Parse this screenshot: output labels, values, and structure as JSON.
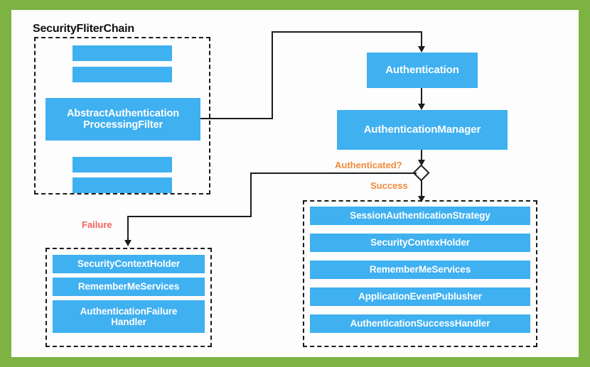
{
  "diagram": {
    "title": "SecurityFliterChain",
    "colors": {
      "frame": "#7cb342",
      "panel": "#fdfdfd",
      "node_fill": "#3fb0f0",
      "node_text": "#ffffff",
      "edge": "#1d1d1d",
      "group_border": "#1a1a1a",
      "label_success": "#f08a3c",
      "label_failure": "#f4625e",
      "title_text": "#111111"
    },
    "filter_chain_group": {
      "name": "SecurityFliterChain filter list",
      "placeholder_filters_top": [
        "",
        ""
      ],
      "highlighted_filter": "AbstractAuthentication\nProcessingFilter",
      "highlighted_filter_line1": "AbstractAuthentication",
      "highlighted_filter_line2": "ProcessingFilter",
      "placeholder_filters_bottom": [
        "",
        ""
      ]
    },
    "authentication_flow": {
      "authentication": "Authentication",
      "authentication_manager": "AuthenticationManager"
    },
    "decision": {
      "shape": "diamond",
      "question_label": "Authenticated?",
      "success_label": "Success",
      "failure_label": "Failure"
    },
    "success_group": {
      "name": "success handlers",
      "items": [
        "SessionAuthenticationStrategy",
        "SecurityContexHolder",
        "RememberMeServices",
        "ApplicationEventPublusher",
        "AuthenticationSuccessHandler"
      ]
    },
    "failure_group": {
      "name": "failure handlers",
      "items": [
        "SecurityContextHolder",
        "RememberMeServices",
        "AuthenticationFailure\nHandler"
      ],
      "item_0": "SecurityContextHolder",
      "item_1": "RememberMeServices",
      "item_2_line1": "AuthenticationFailure",
      "item_2_line2": "Handler"
    },
    "edges": [
      {
        "from": "AbstractAuthenticationProcessingFilter",
        "to": "Authentication",
        "style": "orthogonal-arrow"
      },
      {
        "from": "Authentication",
        "to": "AuthenticationManager",
        "style": "straight-arrow"
      },
      {
        "from": "AuthenticationManager",
        "to": "decision-diamond",
        "style": "straight-arrow"
      },
      {
        "from": "decision-diamond",
        "to": "success handlers",
        "label": "Success",
        "style": "straight-arrow"
      },
      {
        "from": "decision-diamond",
        "to": "failure handlers",
        "label": "Failure",
        "style": "orthogonal-arrow"
      }
    ]
  }
}
